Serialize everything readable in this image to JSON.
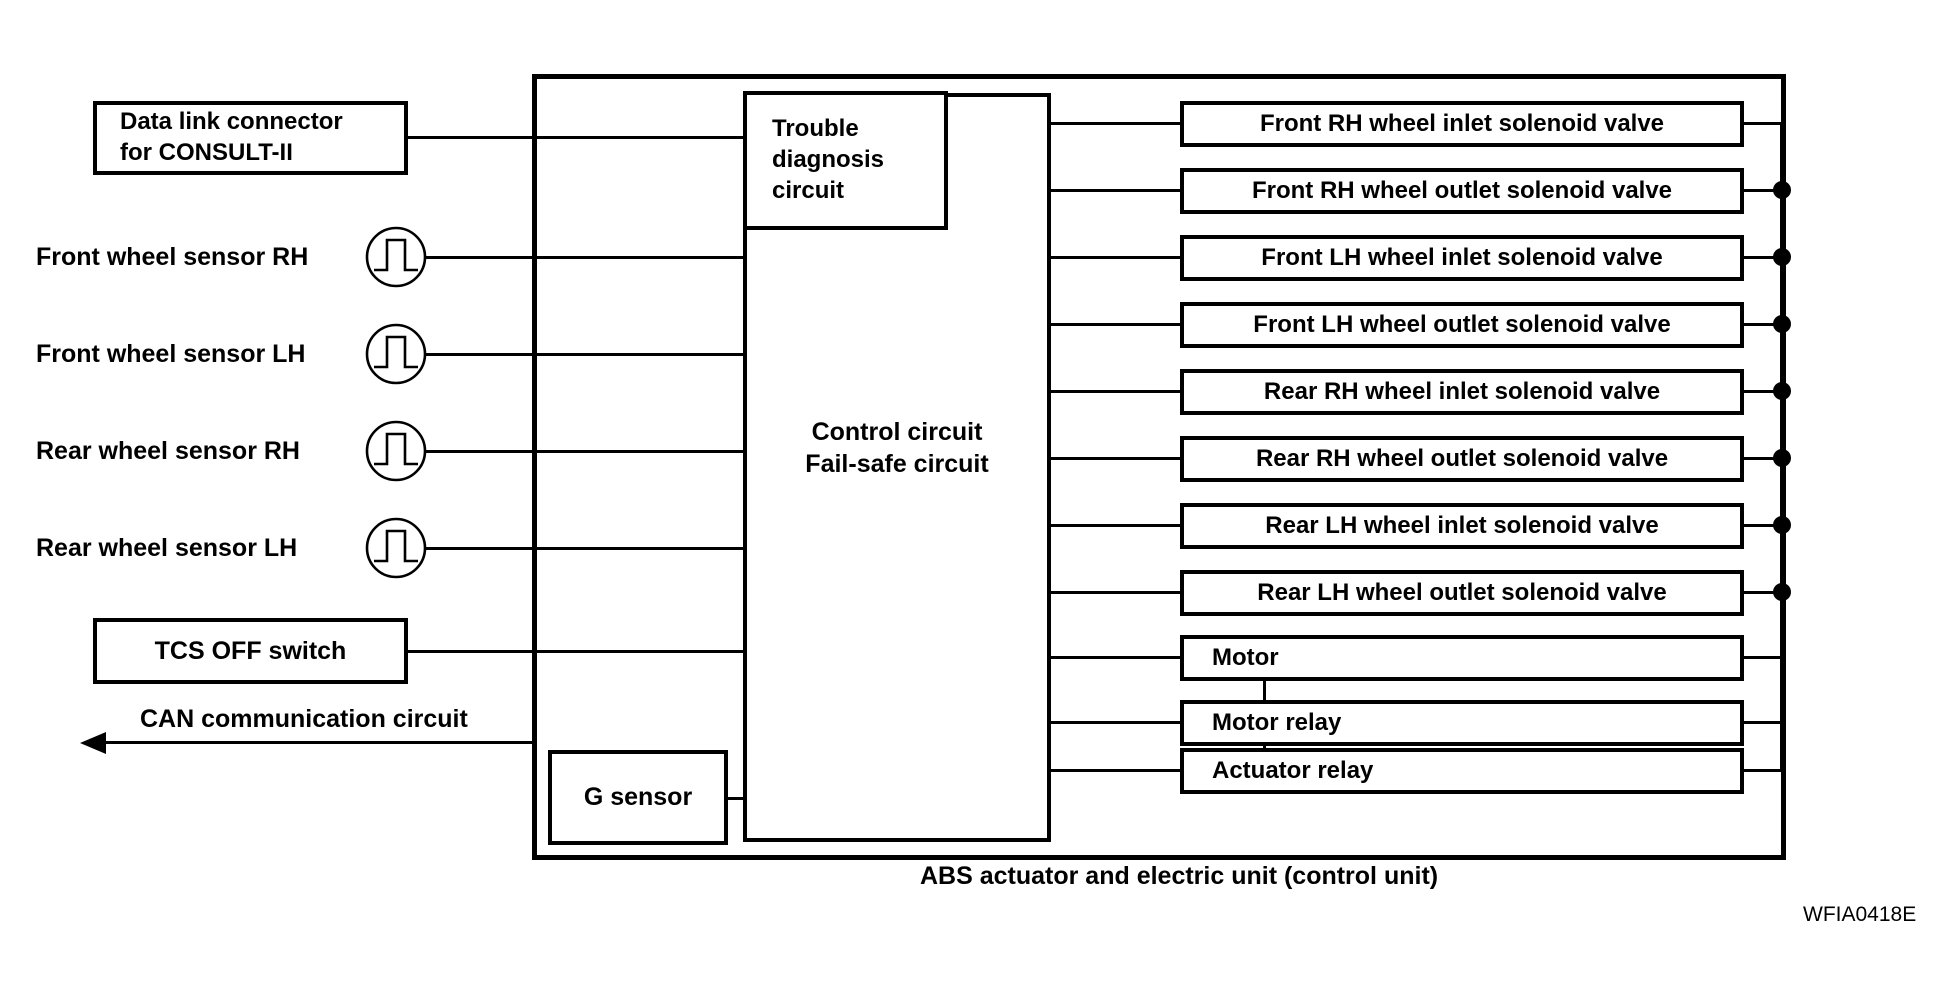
{
  "diagram": {
    "figure_code": "WFIA0418E",
    "caption": "ABS actuator and electric unit (control unit)",
    "colors": {
      "line": "#000000",
      "background": "#ffffff",
      "text": "#000000"
    }
  },
  "inputs": {
    "data_link_connector": "Data link connector\nfor CONSULT-II",
    "tcs_off_switch": "TCS OFF switch",
    "can_label": "CAN communication circuit",
    "sensors": [
      {
        "label": "Front wheel sensor RH",
        "icon": "pulse-sensor-icon"
      },
      {
        "label": "Front wheel sensor LH",
        "icon": "pulse-sensor-icon"
      },
      {
        "label": "Rear wheel sensor RH",
        "icon": "pulse-sensor-icon"
      },
      {
        "label": "Rear wheel sensor LH",
        "icon": "pulse-sensor-icon"
      }
    ]
  },
  "control_unit": {
    "trouble_diagnosis": "Trouble\ndiagnosis\ncircuit",
    "control_circuit": "Control circuit\nFail-safe circuit",
    "g_sensor": "G sensor"
  },
  "outputs": [
    {
      "label": "Front RH wheel inlet solenoid valve",
      "bus_dot": false
    },
    {
      "label": "Front RH wheel outlet solenoid valve",
      "bus_dot": true
    },
    {
      "label": "Front LH wheel inlet solenoid valve",
      "bus_dot": true
    },
    {
      "label": "Front LH wheel outlet solenoid valve",
      "bus_dot": true
    },
    {
      "label": "Rear RH wheel inlet solenoid valve",
      "bus_dot": true
    },
    {
      "label": "Rear RH wheel outlet solenoid valve",
      "bus_dot": true
    },
    {
      "label": "Rear LH wheel inlet solenoid valve",
      "bus_dot": true
    },
    {
      "label": "Rear LH wheel outlet solenoid valve",
      "bus_dot": true
    },
    {
      "label": "Motor",
      "bus_dot": false
    },
    {
      "label": "Motor relay",
      "bus_dot": false
    },
    {
      "label": "Actuator relay",
      "bus_dot": false
    }
  ]
}
